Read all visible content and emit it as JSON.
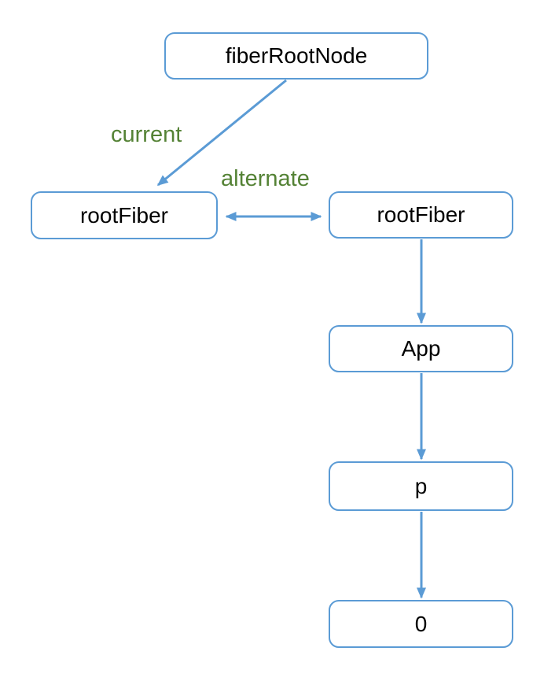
{
  "diagram": {
    "colors": {
      "node_border": "#5B9BD5",
      "arrow": "#5B9BD5",
      "edge_label": "#548235",
      "node_text": "#000000",
      "background": "#FFFFFF"
    },
    "nodes": [
      {
        "id": "fiberRootNode",
        "label": "fiberRootNode"
      },
      {
        "id": "rootFiberCurrent",
        "label": "rootFiber"
      },
      {
        "id": "rootFiberAlternate",
        "label": "rootFiber"
      },
      {
        "id": "app",
        "label": "App"
      },
      {
        "id": "p",
        "label": "p"
      },
      {
        "id": "zero",
        "label": "0"
      }
    ],
    "edges": [
      {
        "from": "fiberRootNode",
        "to": "rootFiberCurrent",
        "label": "current",
        "type": "arrow"
      },
      {
        "from": "rootFiberCurrent",
        "to": "rootFiberAlternate",
        "label": "alternate",
        "type": "double-arrow"
      },
      {
        "from": "rootFiberAlternate",
        "to": "app",
        "label": "",
        "type": "arrow"
      },
      {
        "from": "app",
        "to": "p",
        "label": "",
        "type": "arrow"
      },
      {
        "from": "p",
        "to": "zero",
        "label": "",
        "type": "arrow"
      }
    ]
  }
}
